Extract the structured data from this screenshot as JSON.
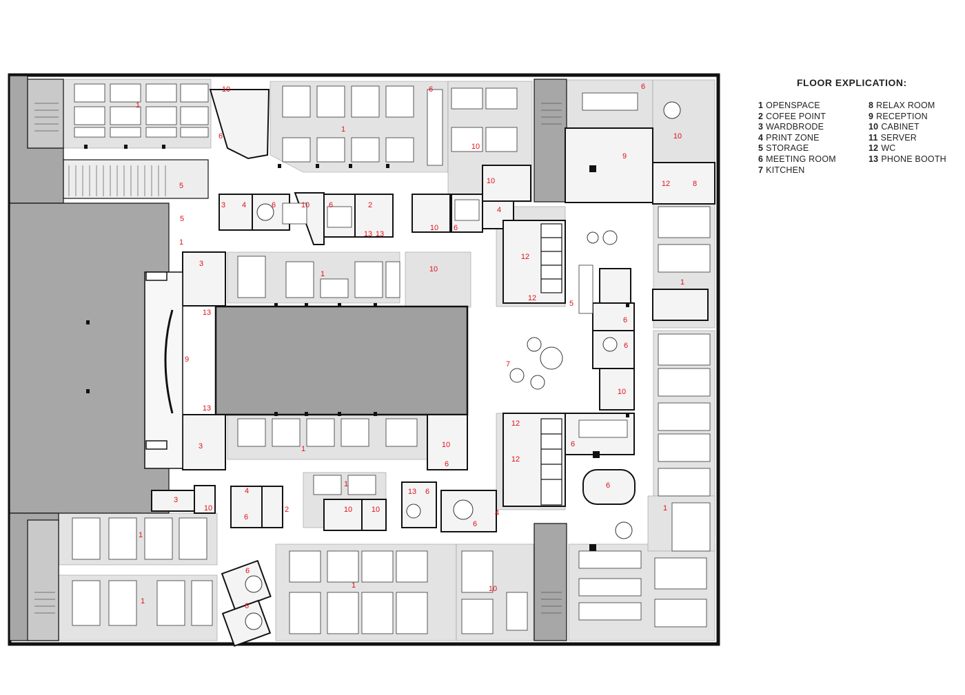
{
  "legend": {
    "title": "FLOOR EXPLICATION:",
    "items": [
      {
        "num": "1",
        "label": "OPENSPACE"
      },
      {
        "num": "2",
        "label": "COFEE POINT"
      },
      {
        "num": "3",
        "label": "WARDBRODE"
      },
      {
        "num": "4",
        "label": "PRINT ZONE"
      },
      {
        "num": "5",
        "label": "STORAGE"
      },
      {
        "num": "6",
        "label": "MEETING ROOM"
      },
      {
        "num": "7",
        "label": "KITCHEN"
      },
      {
        "num": "8",
        "label": "RELAX ROOM"
      },
      {
        "num": "9",
        "label": "RECEPTION"
      },
      {
        "num": "10",
        "label": "CABINET"
      },
      {
        "num": "11",
        "label": "SERVER"
      },
      {
        "num": "12",
        "label": "WC"
      },
      {
        "num": "13",
        "label": "PHONE BOOTH"
      }
    ]
  },
  "colors": {
    "wall": "#111111",
    "core": "#a7a7a7",
    "zone": "#e3e3e3",
    "corridor": "#ffffff",
    "label": "#e0101a"
  },
  "labels": [
    "1",
    "10",
    "6",
    "1",
    "6",
    "10",
    "6",
    "10",
    "9",
    "5",
    "10",
    "12",
    "8",
    "3",
    "4",
    "6",
    "10",
    "6",
    "2",
    "5",
    "13",
    "13",
    "10",
    "6",
    "4",
    "1",
    "3",
    "1",
    "10",
    "12",
    "12",
    "1",
    "5",
    "6",
    "13",
    "9",
    "7",
    "6",
    "10",
    "13",
    "12",
    "12",
    "6",
    "3",
    "1",
    "10",
    "6",
    "6",
    "4",
    "6",
    "2",
    "1",
    "10",
    "10",
    "13",
    "6",
    "6",
    "4",
    "3",
    "10",
    "1",
    "1",
    "6",
    "1",
    "10",
    "6",
    "1"
  ]
}
